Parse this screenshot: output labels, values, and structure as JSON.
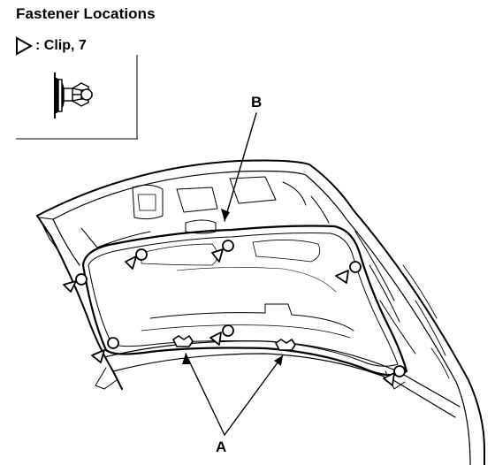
{
  "header": {
    "title": "Fastener Locations"
  },
  "legend": {
    "symbol": "triangle-clip-icon",
    "label": ": Clip, 7"
  },
  "callouts": {
    "b": "B",
    "a": "A"
  },
  "colors": {
    "line": "#000000",
    "background": "#ffffff"
  }
}
